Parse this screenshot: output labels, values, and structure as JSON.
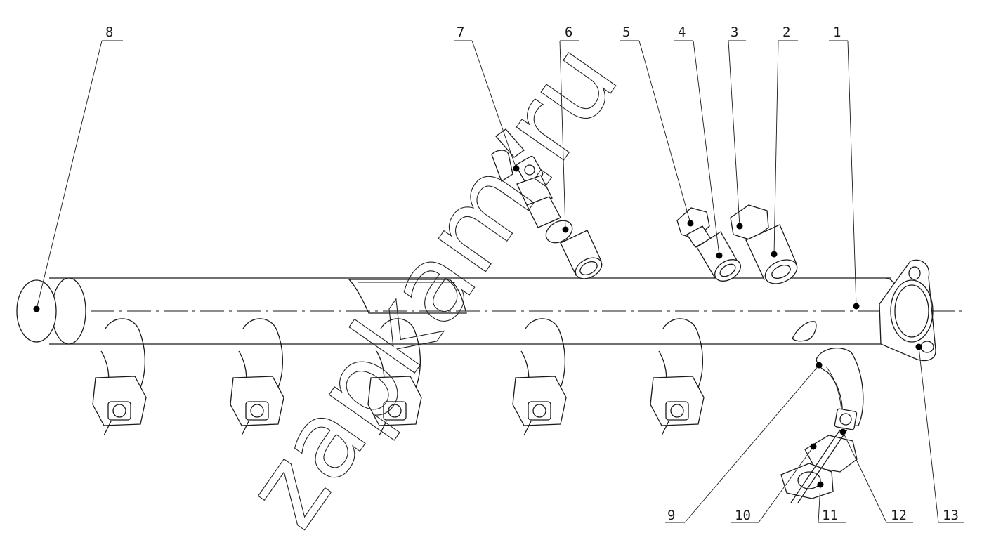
{
  "callouts": [
    {
      "id": "1",
      "label": "1"
    },
    {
      "id": "2",
      "label": "2"
    },
    {
      "id": "3",
      "label": "3"
    },
    {
      "id": "4",
      "label": "4"
    },
    {
      "id": "5",
      "label": "5"
    },
    {
      "id": "6",
      "label": "6"
    },
    {
      "id": "7",
      "label": "7"
    },
    {
      "id": "8",
      "label": "8"
    },
    {
      "id": "9",
      "label": "9"
    },
    {
      "id": "10",
      "label": "10"
    },
    {
      "id": "11",
      "label": "11"
    },
    {
      "id": "12",
      "label": "12"
    },
    {
      "id": "13",
      "label": "13"
    }
  ],
  "watermark": "zapkam.ru",
  "colors": {
    "line": "#1a1a1a",
    "background": "#ffffff",
    "dot": "#000000"
  }
}
